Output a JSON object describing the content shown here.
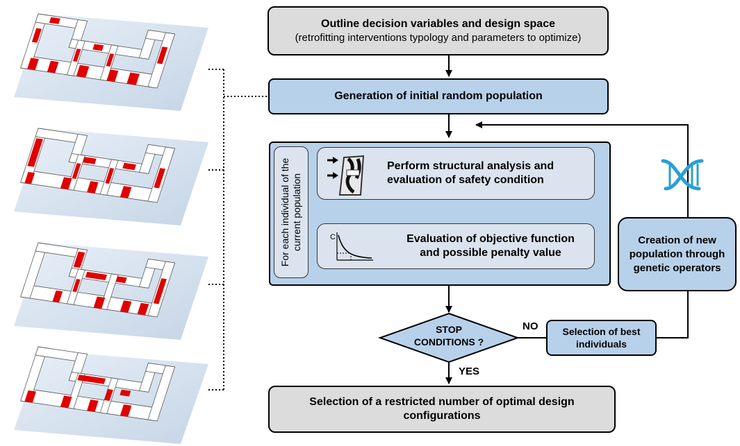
{
  "steps": {
    "outline_title": "Outline decision variables and design space",
    "outline_sub": "(retrofitting interventions typology and parameters to optimize)",
    "generation": "Generation of initial random population",
    "loop_label": "For each individual of the current population",
    "structural_line1": "Perform structural analysis and",
    "structural_line2": "evaluation of safety condition",
    "objective_line1": "Evaluation of objective function",
    "objective_line2": "and possible penalty value",
    "stop_line1": "STOP",
    "stop_line2": "CONDITIONS ?",
    "no_label": "NO",
    "yes_label": "YES",
    "selection_best_line1": "Selection of best",
    "selection_best_line2": "individuals",
    "creation_line1": "Creation of new",
    "creation_line2": "population through",
    "creation_line3": "genetic operators",
    "final_line1": "Selection of a restricted number of optimal design",
    "final_line2": "configurations"
  },
  "icons": [
    "dna-icon",
    "frame-analysis-icon",
    "objective-curve-icon"
  ],
  "colors": {
    "blue_box": "#b8d1ea",
    "grey_box": "#dcdcdc",
    "wall_red": "#e00000"
  }
}
